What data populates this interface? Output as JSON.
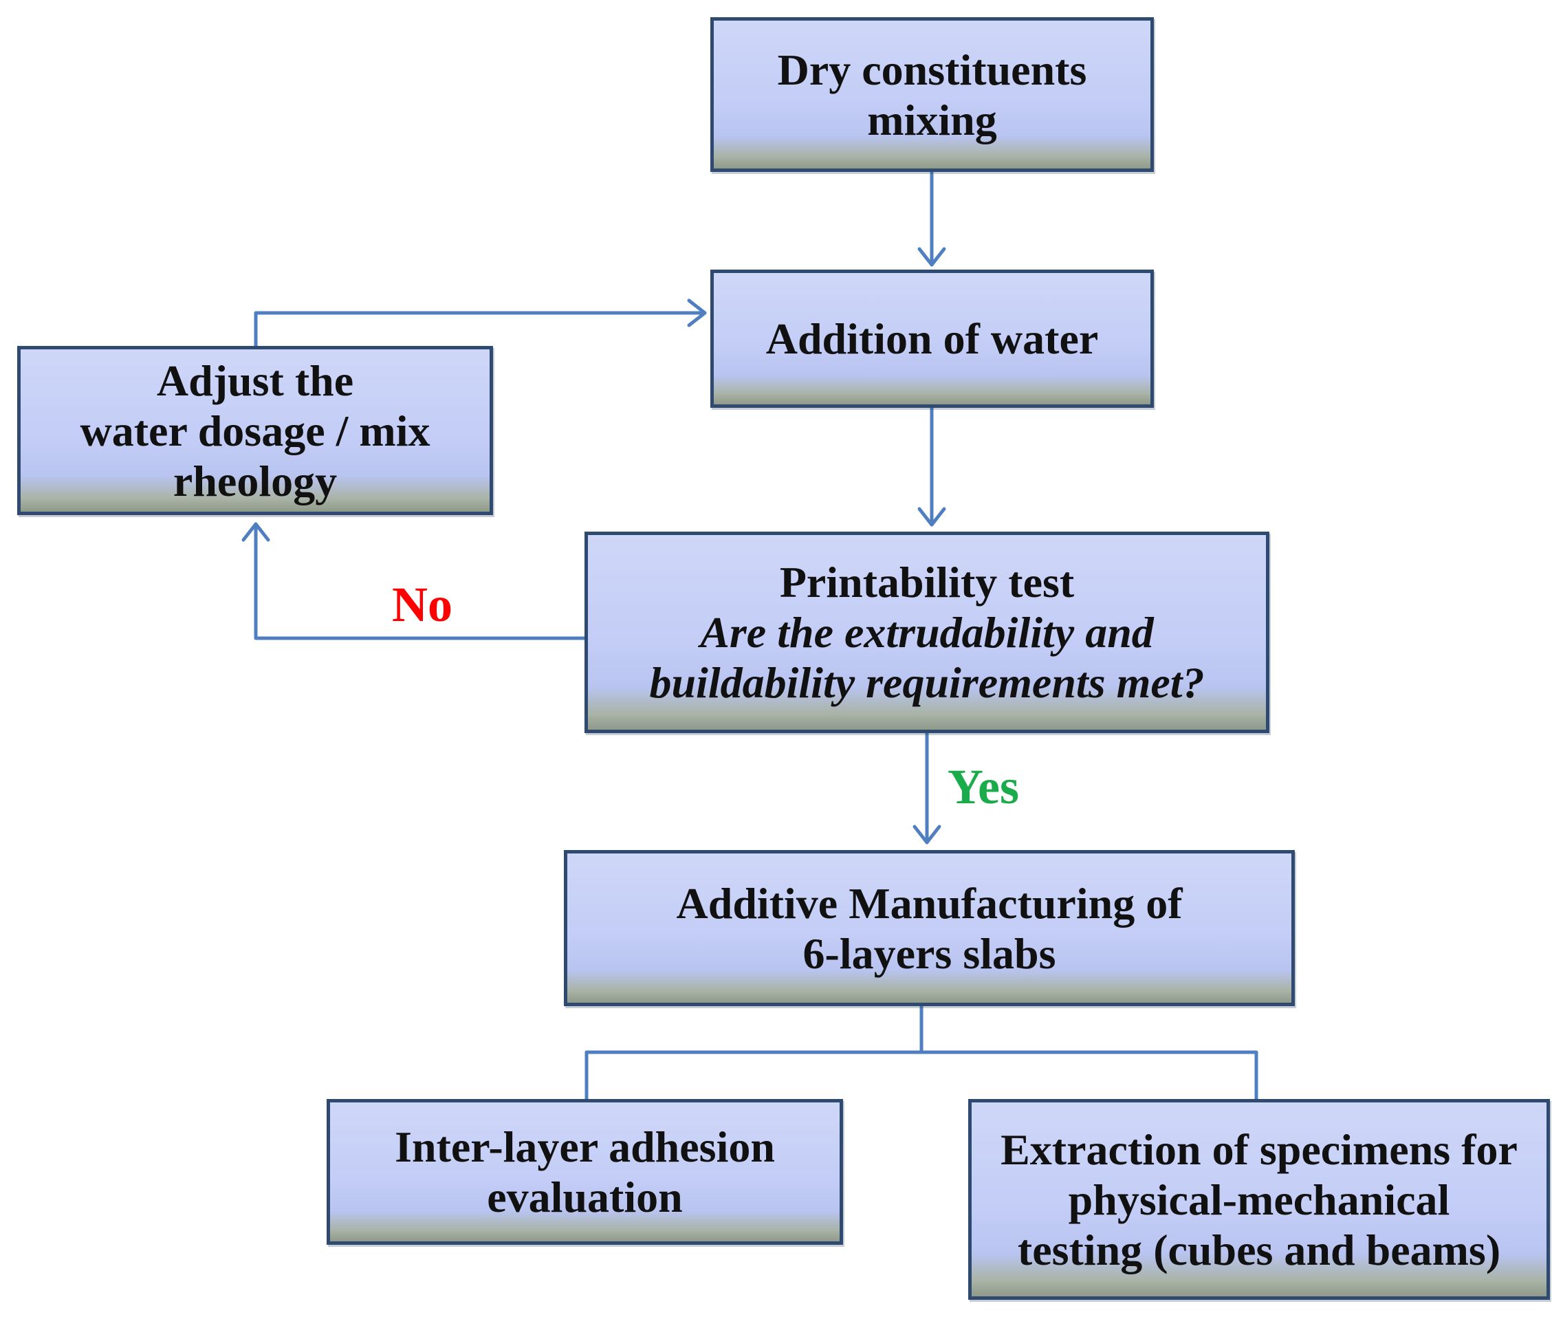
{
  "nodes": {
    "dry_mixing": {
      "lines": [
        "Dry constituents",
        "mixing"
      ]
    },
    "addition_water": {
      "lines": [
        "Addition of water"
      ]
    },
    "adjust_water": {
      "lines": [
        "Adjust the",
        "water dosage / mix",
        "rheology"
      ]
    },
    "printability": {
      "title": "Printability test",
      "question_lines": [
        "Are the extrudability and",
        "buildability requirements met?"
      ]
    },
    "additive_mfg": {
      "lines": [
        "Additive Manufacturing of",
        "6-layers slabs"
      ]
    },
    "interlayer": {
      "lines": [
        "Inter-layer adhesion",
        "evaluation"
      ]
    },
    "extraction": {
      "lines": [
        "Extraction of specimens for",
        "physical-mechanical",
        "testing (cubes and beams)"
      ]
    }
  },
  "edge_labels": {
    "no": "No",
    "yes": "Yes"
  },
  "colors": {
    "box_fill_top": "#cfd7f8",
    "box_fill_bottom": "#8f9a8a",
    "box_border": "#2e4a70",
    "connector": "#4f7fc0",
    "no_label": "#ff0000",
    "yes_label": "#1aab4a",
    "text": "#111111"
  }
}
